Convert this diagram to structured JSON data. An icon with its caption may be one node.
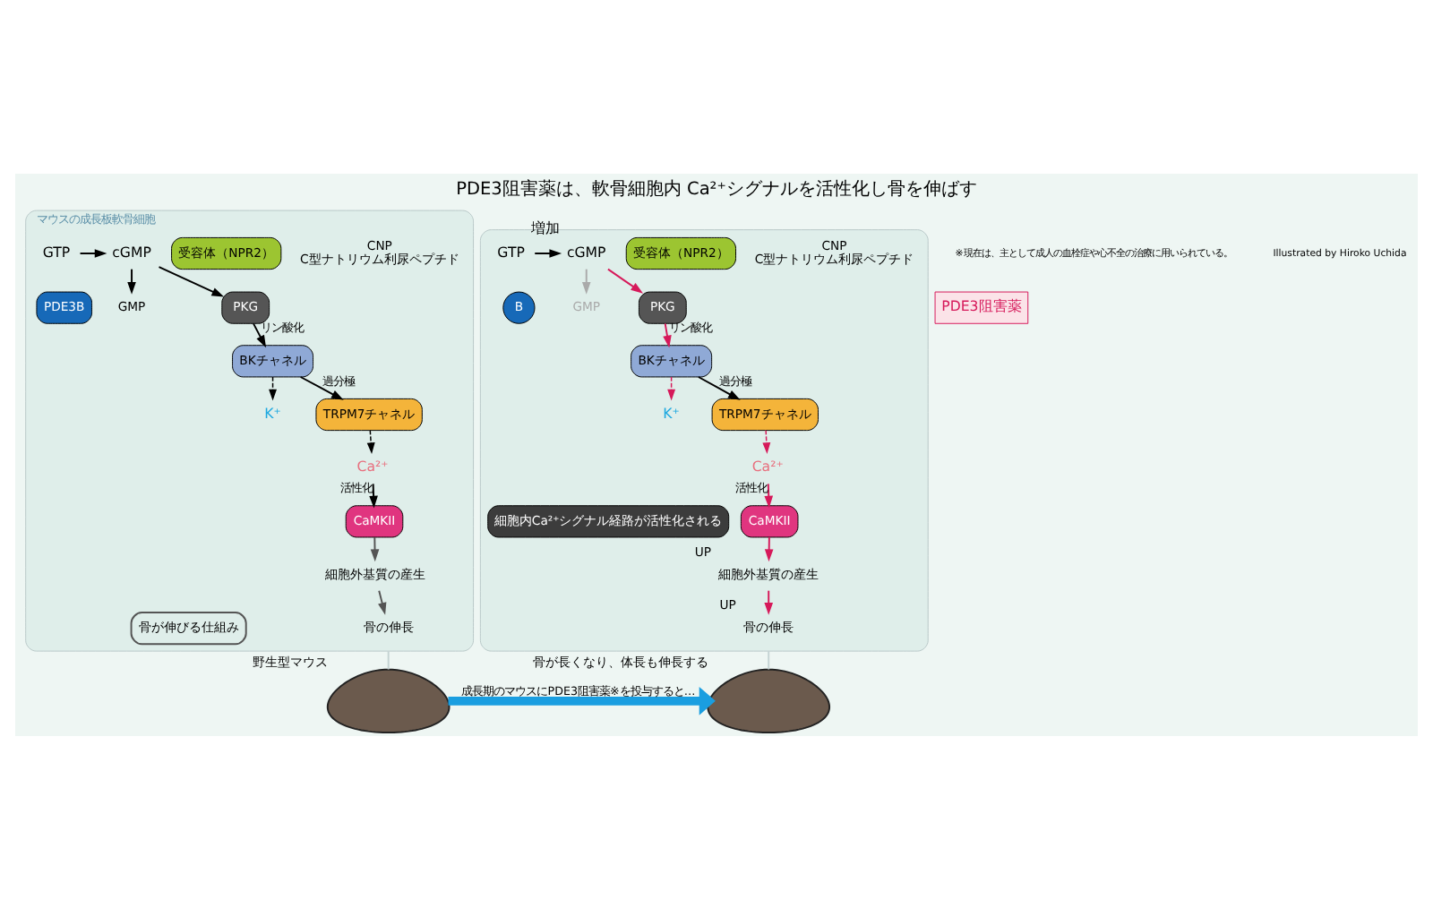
{
  "diagram": {
    "title": "PDE3阻害薬は、軟骨細胞内 Ca²⁺シグナルを活性化し骨を伸ばす",
    "nodes": [
      {
        "text": [],
        "shape": "box",
        "beside": [
          "マウスの成長板軟骨細胞"
        ]
      },
      {
        "text": [
          "CNP",
          "C型ナトリウム利尿ペプチド"
        ],
        "in": 0
      },
      {
        "text": [
          "受容体（NPR2）"
        ],
        "in": 0
      },
      {
        "text": [
          "GTP"
        ],
        "in": 0
      },
      {
        "text": [
          "cGMP"
        ],
        "in": 0
      },
      {
        "text": [
          "PDE3B"
        ],
        "in": 0
      },
      {
        "text": [
          "GMP"
        ],
        "in": 0
      },
      {
        "text": [
          "PKG"
        ],
        "in": 0
      },
      {
        "text": [
          "BKチャネル"
        ],
        "in": 0
      },
      {
        "text": [
          "K⁺"
        ],
        "in": 0
      },
      {
        "text": [
          "TRPM7チャネル"
        ],
        "in": 0
      },
      {
        "text": [
          "Ca²⁺"
        ],
        "in": 0
      },
      {
        "text": [
          "CaMKII"
        ],
        "in": 0
      },
      {
        "text": [
          "細胞外基質の産生"
        ],
        "in": 0
      },
      {
        "text": [
          "骨の伸長"
        ],
        "in": 0
      },
      {
        "text": [
          "骨が伸びる仕組み"
        ],
        "in": 0
      },
      {
        "text": [],
        "shape": "box"
      },
      {
        "text": [
          "CNP",
          "C型ナトリウム利尿ペプチド"
        ],
        "in": 16
      },
      {
        "text": [
          "受容体（NPR2）"
        ],
        "in": 16
      },
      {
        "text": [
          "GTP"
        ],
        "in": 16
      },
      {
        "text": [
          "cGMP"
        ],
        "in": 16,
        "beside": [
          "増加"
        ]
      },
      {
        "text": [
          "B"
        ],
        "in": 16
      },
      {
        "text": [
          "PDE3阻害薬"
        ]
      },
      {
        "text": [
          "GMP"
        ],
        "in": 16
      },
      {
        "text": [
          "PKG"
        ],
        "in": 16
      },
      {
        "text": [
          "BKチャネル"
        ],
        "in": 16
      },
      {
        "text": [
          "K⁺"
        ],
        "in": 16
      },
      {
        "text": [
          "TRPM7チャネル"
        ],
        "in": 16
      },
      {
        "text": [
          "Ca²⁺"
        ],
        "in": 16
      },
      {
        "text": [
          "CaMKII"
        ],
        "in": 16
      },
      {
        "text": [
          "細胞外基質の産生"
        ],
        "in": 16,
        "beside": [
          "UP"
        ]
      },
      {
        "text": [
          "骨の伸長"
        ],
        "in": 16,
        "beside": [
          "UP"
        ]
      },
      {
        "text": [
          "細胞内Ca²⁺シグナル経路が活性化される"
        ],
        "in": 16
      },
      {
        "text": [],
        "shape": "mouse",
        "beside": [
          "野生型マウス"
        ]
      },
      {
        "text": [],
        "shape": "mouse",
        "beside": [
          "骨が長くなり、体長も伸長する"
        ]
      }
    ],
    "edges": [
      {
        "from": 3,
        "to": 4,
        "arrow": "to"
      },
      {
        "from": 4,
        "to": 6,
        "arrow": "to"
      },
      {
        "from": 4,
        "to": 7,
        "arrow": "to"
      },
      {
        "from": 7,
        "to": 8,
        "arrow": "to",
        "label": "リン酸化"
      },
      {
        "from": 8,
        "to": 9,
        "arrow": "to",
        "style": "dashed"
      },
      {
        "from": 8,
        "to": 10,
        "arrow": "to",
        "label": "過分極"
      },
      {
        "from": 10,
        "to": 11,
        "arrow": "to",
        "style": "dashed"
      },
      {
        "from": 11,
        "to": 12,
        "arrow": "to",
        "label": "活性化"
      },
      {
        "from": 12,
        "to": 13,
        "arrow": "to",
        "color": "#555555"
      },
      {
        "from": 13,
        "to": 14,
        "arrow": "to",
        "color": "#555555"
      },
      {
        "from": 19,
        "to": 20,
        "arrow": "to"
      },
      {
        "from": 20,
        "to": 23,
        "arrow": "to",
        "color": "#aaaaaa"
      },
      {
        "from": 20,
        "to": 24,
        "arrow": "to",
        "color": "#d6195a"
      },
      {
        "from": 24,
        "to": 25,
        "arrow": "to",
        "label": "リン酸化",
        "color": "#d6195a"
      },
      {
        "from": 25,
        "to": 26,
        "arrow": "to",
        "style": "dashed",
        "color": "#d6195a"
      },
      {
        "from": 25,
        "to": 27,
        "arrow": "to",
        "label": "過分極"
      },
      {
        "from": 27,
        "to": 28,
        "arrow": "to",
        "style": "dashed",
        "color": "#d6195a"
      },
      {
        "from": 28,
        "to": 29,
        "arrow": "to",
        "label": "活性化",
        "color": "#d6195a"
      },
      {
        "from": 29,
        "to": 30,
        "arrow": "to",
        "color": "#d6195a"
      },
      {
        "from": 30,
        "to": 31,
        "arrow": "to",
        "color": "#d6195a"
      },
      {
        "from": 0,
        "to": 33,
        "arrow": "none",
        "color": "#c5d3d3"
      },
      {
        "from": 16,
        "to": 34,
        "arrow": "none",
        "color": "#c5d3d3"
      },
      {
        "from": 33,
        "to": 34,
        "arrow": "to",
        "label": "成長期のマウスにPDE3阻害薬※を投与すると…",
        "style": "thick",
        "color": "#1a9ee0"
      }
    ],
    "labels": [
      "※現在は、主として成人の血栓症や心不全の治療に用いられている。",
      "Illustrated by Hiroko Uchida"
    ]
  }
}
